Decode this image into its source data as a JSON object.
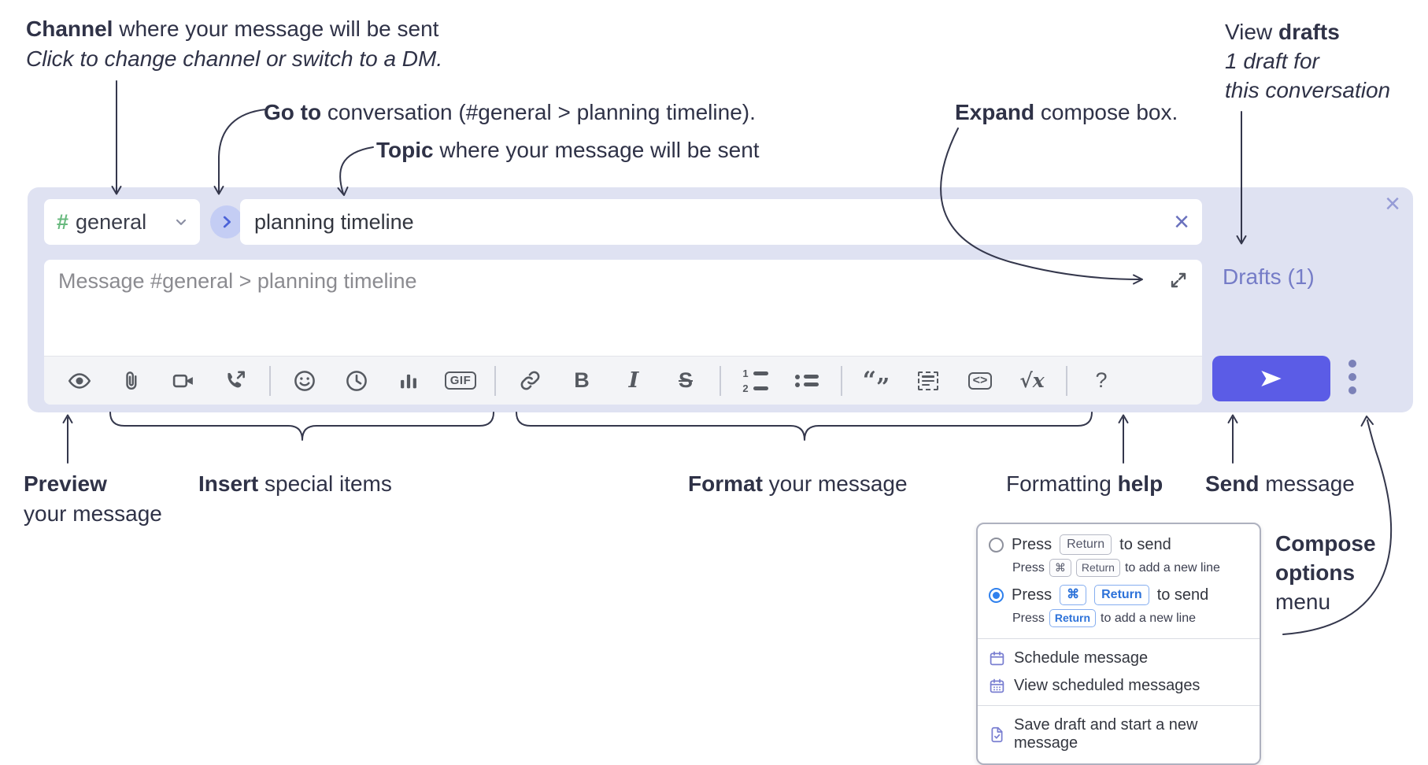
{
  "colors": {
    "ink": "#2f3247",
    "ink2": "#34374c",
    "accent": "#5b5ce6",
    "compose_bg": "#dfe2f2",
    "toolbar_bg": "#f3f4f7",
    "hash_green": "#68b97e",
    "jump_bg": "#c4cdf4",
    "jump_chevron": "#4c63d8",
    "link_purple": "#757cc7",
    "icon_gray": "#565a61",
    "ph_gray": "#8b8b90",
    "clear_x": "#6970bd",
    "close_x": "#959bd6",
    "dots": "#7b81b8",
    "radio_blue": "#2f80ed",
    "kbd_blue": "#2d72d9",
    "popup_border": "#aeb1bf",
    "menu_icon_purple": "#7a7fd1"
  },
  "annotations": {
    "channel_bold": "Channel",
    "channel_rest": " where your message will be sent",
    "channel_line2": "Click to change channel or switch to a DM.",
    "goto_bold": "Go to",
    "goto_rest": " conversation (#general > planning timeline).",
    "topic_bold": "Topic",
    "topic_rest": " where your message will be sent",
    "expand_bold": "Expand",
    "expand_rest": " compose box.",
    "view_drafts_pre": "View ",
    "view_drafts_bold": "drafts",
    "view_drafts_line2": "1 draft for",
    "view_drafts_line3": "this conversation",
    "preview_bold": "Preview",
    "preview_line2": "your message",
    "insert_bold": "Insert",
    "insert_rest": " special items",
    "format_bold": "Format",
    "format_rest": " your message",
    "formatting_pre": "Formatting ",
    "formatting_bold": "help",
    "send_bold": "Send",
    "send_rest": " message",
    "compose_options_line1": "Compose",
    "compose_options_line2": "options",
    "compose_options_line3": "menu"
  },
  "compose": {
    "channel_hash": "#",
    "channel_name": "general",
    "topic_value": "planning timeline",
    "message_placeholder": "Message #general > planning timeline",
    "drafts_label": "Drafts (1)",
    "close_glyph": "×",
    "clear_glyph": "×",
    "toolbar": {
      "icons": [
        "preview",
        "attach-file",
        "video-call",
        "audio-call",
        "emoji",
        "time",
        "poll",
        "gif",
        "link",
        "bold",
        "italic",
        "strikethrough",
        "numbered-list",
        "bulleted-list",
        "quote",
        "spoiler",
        "code",
        "math",
        "help"
      ],
      "glyphs": {
        "gif": "GIF",
        "bold": "B",
        "italic": "I",
        "strike": "S",
        "quote_open": "“",
        "quote_close": "”",
        "code": "<>",
        "math": "√x",
        "help": "?"
      },
      "ol_digits": [
        "1",
        "2"
      ]
    }
  },
  "popup": {
    "options": [
      {
        "selected": false,
        "main_pre": "Press",
        "main_key": "Return",
        "main_post": "to send",
        "sub_pre": "Press",
        "sub_key1": "⌘",
        "sub_key2": "Return",
        "sub_post": "to add a new line"
      },
      {
        "selected": true,
        "main_pre": "Press",
        "main_key1": "⌘",
        "main_key2": "Return",
        "main_post": "to send",
        "sub_pre": "Press",
        "sub_key": "Return",
        "sub_post": "to add a new line"
      }
    ],
    "menu_items": [
      {
        "icon": "schedule-calendar-icon",
        "label": "Schedule message"
      },
      {
        "icon": "scheduled-messages-icon",
        "label": "View scheduled messages"
      },
      {
        "icon": "save-draft-icon",
        "label": "Save draft and start a new message"
      }
    ]
  }
}
